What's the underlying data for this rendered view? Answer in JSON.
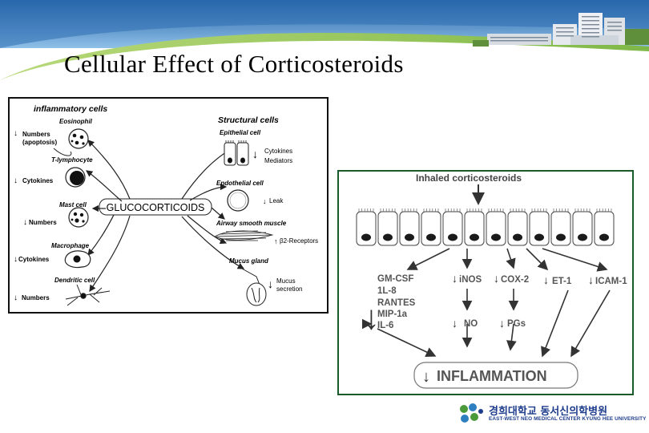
{
  "slide": {
    "title": "Cellular Effect of Corticosteroids"
  },
  "left_diagram": {
    "inflammatory_header": "inflammatory cells",
    "structural_header": "Structural cells",
    "center_label": "GLUCOCORTICOIDS",
    "eosinophil": "Eosinophil",
    "eos_effect_line1": "Numbers",
    "eos_effect_line2": "(apoptosis)",
    "t_lymphocyte": "T-lymphocyte",
    "t_effect": "Cytokines",
    "mast_cell": "Mast cell",
    "mast_effect": "Numbers",
    "macrophage": "Macrophage",
    "macro_effect": "Cytokines",
    "dendritic_cell": "Dendritic cell",
    "dend_effect": "Numbers",
    "epithelial_cell": "Epithelial cell",
    "epi_effect_line1": "Cytokines",
    "epi_effect_line2": "Mediators",
    "endothelial_cell": "Endothelial cell",
    "endo_effect": "Leak",
    "airway_smooth_muscle": "Airway smooth muscle",
    "asm_effect": "β2-Receptors",
    "mucus_gland": "Mucus gland",
    "mucus_effect_line1": "Mucus",
    "mucus_effect_line2": "secretion"
  },
  "right_diagram": {
    "header": "Inhaled corticosteroids",
    "cytokine_list": [
      "GM-CSF",
      "1L-8",
      "RANTES",
      "MIP-1a",
      "IL-6"
    ],
    "inos": "iNOS",
    "cox2": "COX-2",
    "et1": "ET-1",
    "icam1": "ICAM-1",
    "no": "NO",
    "pgs": "PGs",
    "outcome": "INFLAMMATION"
  },
  "logo": {
    "korean": "경희대학교 동서신의학병원",
    "english": "EAST-WEST NEO MEDICAL CENTER KYUNG HEE UNIVERSITY",
    "colors": {
      "primary": "#1e3c8c",
      "green": "#4a9a3a"
    }
  },
  "colors": {
    "banner_blue": "#2f6fb3",
    "banner_green": "#9fc85a",
    "right_panel_border": "#1d5a2a"
  }
}
